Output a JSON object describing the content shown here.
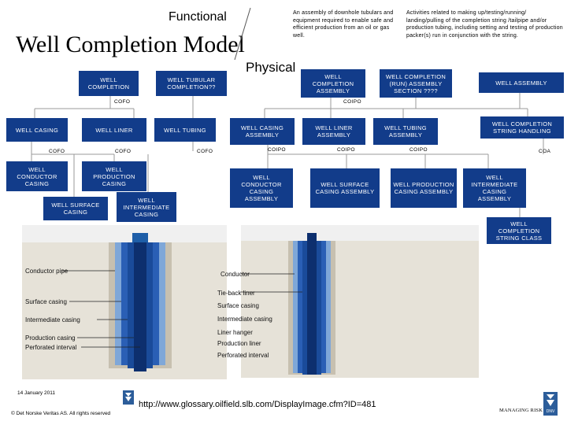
{
  "titles": {
    "functional": "Functional",
    "model": "Well Completion Model",
    "physical": "Physical"
  },
  "notes": {
    "assembly_def": "An assembly of downhole tubulars and equipment required to enable safe and efficient production from an oil or gas well.",
    "activities_def": "Activities related to making up/testing/running/ landing/pulling of the completion string /tailpipe and/or production tubing, including setting and testing of production packer(s) run in conjunction with the string."
  },
  "boxes": {
    "well_completion": "WELL COMPLETION",
    "well_tubular_completion": "WELL TUBULAR COMPLETION??",
    "well_casing": "WELL CASING",
    "well_liner": "WELL LINER",
    "well_tubing": "WELL TUBING",
    "well_conductor_casing": "WELL CONDUCTOR CASING",
    "well_production_casing": "WELL PRODUCTION CASING",
    "well_surface_casing": "WELL SURFACE CASING",
    "well_intermediate_casing": "WELL INTERMEDIATE CASING",
    "well_completion_assembly": "WELL COMPLETION ASSEMBLY",
    "well_completion_run_assembly": "WELL COMPLETION (RUN) ASSEMBLY SECTION ????",
    "well_assembly": "WELL ASSEMBLY",
    "well_casing_assembly": "WELL CASING ASSEMBLY",
    "well_liner_assembly": "WELL LINER ASSEMBLY",
    "well_tubing_assembly": "WELL TUBING ASSEMBLY",
    "well_completion_string_handling": "WELL COMPLETION STRING HANDLING",
    "well_conductor_casing_assembly": "WELL CONDUCTOR CASING ASSEMBLY",
    "well_surface_casing_assembly": "WELL SURFACE CASING ASSEMBLY",
    "well_production_casing_assembly": "WELL PRODUCTION CASING ASSEMBLY",
    "well_intermediate_casing_assembly": "WELL INTERMEDIATE CASING ASSEMBLY",
    "well_completion_string_class": "WELL COMPLETION STRING CLASS"
  },
  "relations": {
    "cofo_1": "COFO",
    "cofo_2": "COFO",
    "cofo_3": "COFO",
    "cofo_4": "COFO",
    "coipo_1": "COIPO",
    "coipo_2": "COIPO",
    "coipo_3": "COIPO",
    "coipo_4": "COIPO",
    "coa": "COA"
  },
  "left_figure": {
    "labels": [
      "Conductor pipe",
      "Surface casing",
      "Intermediate casing",
      "Production casing",
      "Perforated interval"
    ]
  },
  "right_figure": {
    "labels": [
      "Conductor",
      "Tie-back liner",
      "Surface casing",
      "Intermediate casing",
      "Liner hanger",
      "Production liner",
      "Perforated interval"
    ]
  },
  "footer": {
    "date": "14 January 2011",
    "copyright": "© Det Norske Veritas AS. All rights reserved",
    "url": "http://www.glossary.oilfield.slb.com/DisplayImage.cfm?ID=481",
    "managing_risk": "MANAGING RISK",
    "logo_text": "DNV"
  },
  "colors": {
    "box_fill": "#123c8a",
    "box_text": "#ffffff",
    "link_line": "#999999"
  }
}
